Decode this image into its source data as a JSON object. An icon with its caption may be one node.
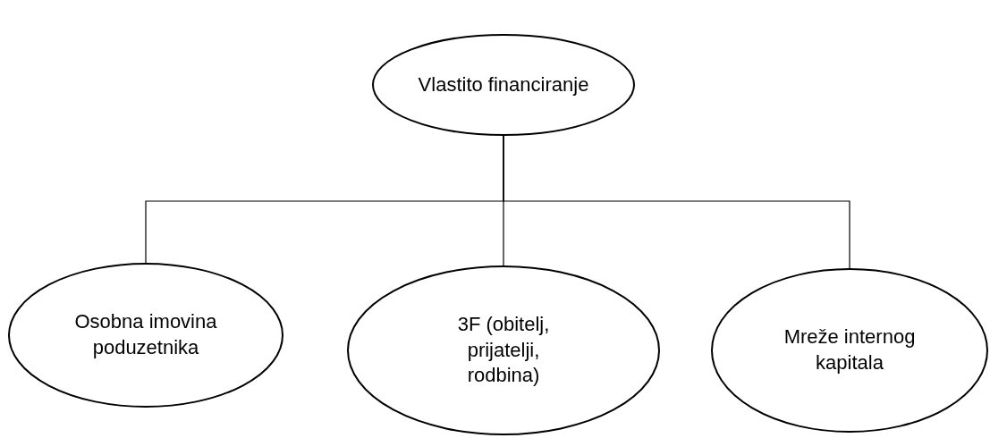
{
  "diagram": {
    "nodes": [
      {
        "text": [
          "Vlastito financiranje"
        ]
      },
      {
        "text": [
          "Osobna imovina poduzetnika"
        ]
      },
      {
        "text": [
          "3F (obitelj, prijatelji, rodbina)"
        ]
      },
      {
        "text": [
          "Mreže internog kapitala"
        ]
      }
    ],
    "edges": [
      {
        "from": 0,
        "to": 1,
        "arrow": "none"
      },
      {
        "from": 0,
        "to": 2,
        "arrow": "none"
      },
      {
        "from": 0,
        "to": 3,
        "arrow": "none"
      }
    ]
  }
}
